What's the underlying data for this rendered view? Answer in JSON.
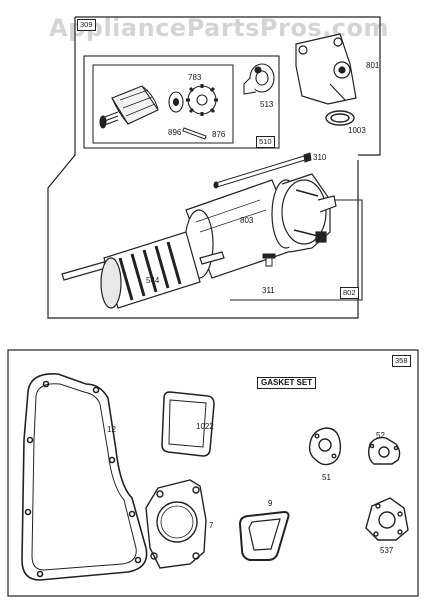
{
  "watermark": "AppliancePartsPros.com",
  "starter_section": {
    "box_tag": "309",
    "subbox_510_tag": "510",
    "subbox_802_tag": "802",
    "labels": {
      "p783": "783",
      "p513": "513",
      "p801": "801",
      "p896": "896",
      "p876": "876",
      "p1003": "1003",
      "p310": "310",
      "p803": "803",
      "p544": "544",
      "p311": "311"
    }
  },
  "gasket_section": {
    "box_tag": "358",
    "title": "GASKET SET",
    "labels": {
      "p12": "12",
      "p1022": "1022",
      "p51": "51",
      "p52": "52",
      "p7": "7",
      "p9": "9",
      "p537": "537"
    }
  }
}
